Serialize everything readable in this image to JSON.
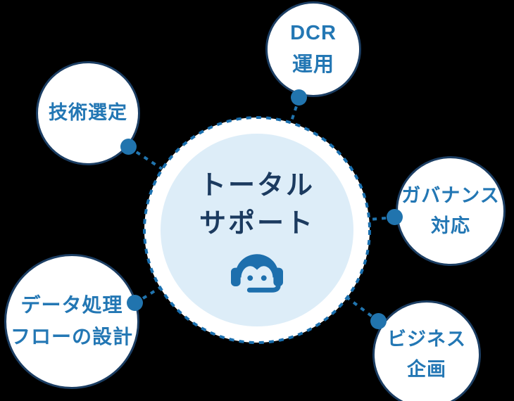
{
  "diagram": {
    "center": {
      "label_line1": "トータル",
      "label_line2": "サポート",
      "icon": "operator-headset-icon"
    },
    "nodes": [
      {
        "id": "dcr-operation",
        "lines": [
          "DCR",
          "運用"
        ]
      },
      {
        "id": "technology-selection",
        "lines": [
          "技術選定"
        ]
      },
      {
        "id": "governance-response",
        "lines": [
          "ガバナンス",
          "対応"
        ]
      },
      {
        "id": "data-flow-design",
        "lines": [
          "データ処理",
          "フローの設計"
        ]
      },
      {
        "id": "business-planning",
        "lines": [
          "ビジネス",
          "企画"
        ]
      }
    ],
    "colors": {
      "background": "#000000",
      "node_fill": "#ffffff",
      "node_border": "#1c3e63",
      "node_text": "#2377b4",
      "center_fill": "#ddedf8",
      "center_ring": "#1a6fae",
      "center_text": "#1b3a5f",
      "connector": "#2174ae",
      "icon": "#1d6fad"
    }
  }
}
